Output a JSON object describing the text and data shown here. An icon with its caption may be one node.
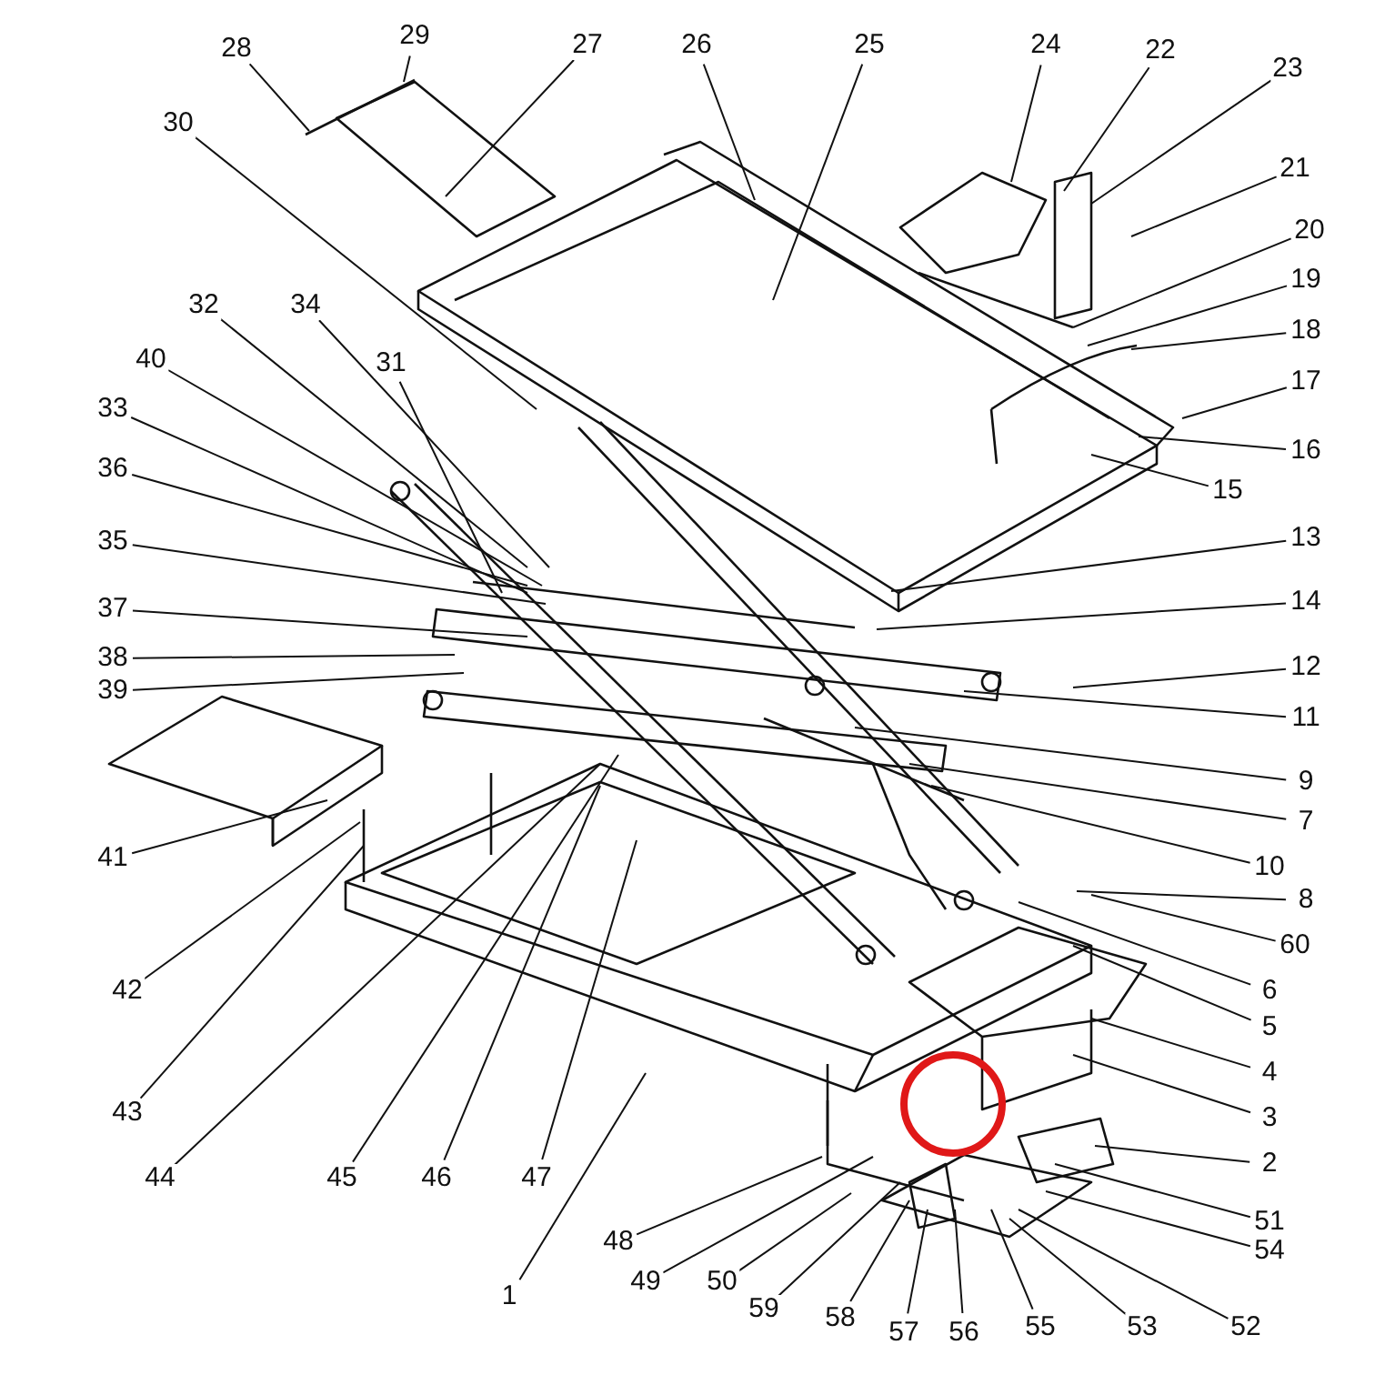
{
  "diagram": {
    "nodes": [
      {
        "text": [
          "28"
        ]
      },
      {
        "text": [
          "29"
        ]
      },
      {
        "text": [
          "27"
        ]
      },
      {
        "text": [
          "26"
        ]
      },
      {
        "text": [
          "25"
        ]
      },
      {
        "text": [
          "24"
        ]
      },
      {
        "text": [
          "22"
        ]
      },
      {
        "text": [
          "23"
        ]
      },
      {
        "text": [
          "30"
        ]
      },
      {
        "text": [
          "21"
        ]
      },
      {
        "text": [
          "20"
        ]
      },
      {
        "text": [
          "19"
        ]
      },
      {
        "text": [
          "18"
        ]
      },
      {
        "text": [
          "32"
        ]
      },
      {
        "text": [
          "34"
        ]
      },
      {
        "text": [
          "40"
        ]
      },
      {
        "text": [
          "31"
        ]
      },
      {
        "text": [
          "17"
        ]
      },
      {
        "text": [
          "33"
        ]
      },
      {
        "text": [
          "16"
        ]
      },
      {
        "text": [
          "36"
        ]
      },
      {
        "text": [
          "15"
        ]
      },
      {
        "text": [
          "35"
        ]
      },
      {
        "text": [
          "13"
        ]
      },
      {
        "text": [
          "37"
        ]
      },
      {
        "text": [
          "14"
        ]
      },
      {
        "text": [
          "38"
        ]
      },
      {
        "text": [
          "12"
        ]
      },
      {
        "text": [
          "39"
        ]
      },
      {
        "text": [
          "11"
        ]
      },
      {
        "text": [
          "9"
        ]
      },
      {
        "text": [
          "7"
        ]
      },
      {
        "text": [
          "41"
        ]
      },
      {
        "text": [
          "10"
        ]
      },
      {
        "text": [
          "8"
        ]
      },
      {
        "text": [
          "60"
        ]
      },
      {
        "text": [
          "42"
        ]
      },
      {
        "text": [
          "6"
        ]
      },
      {
        "text": [
          "5"
        ]
      },
      {
        "text": [
          "4"
        ]
      },
      {
        "text": [
          "43"
        ]
      },
      {
        "text": [
          "3"
        ]
      },
      {
        "text": [
          "2"
        ]
      },
      {
        "text": [
          "44"
        ]
      },
      {
        "text": [
          "45"
        ]
      },
      {
        "text": [
          "46"
        ]
      },
      {
        "text": [
          "47"
        ]
      },
      {
        "text": [
          "51"
        ]
      },
      {
        "text": [
          "48"
        ]
      },
      {
        "text": [
          "54"
        ]
      },
      {
        "text": [
          "49"
        ]
      },
      {
        "text": [
          "50"
        ]
      },
      {
        "text": [
          "1"
        ]
      },
      {
        "text": [
          "59"
        ]
      },
      {
        "text": [
          "58"
        ]
      },
      {
        "text": [
          "52"
        ]
      },
      {
        "text": [
          "53"
        ]
      },
      {
        "text": [
          "55"
        ]
      },
      {
        "text": [
          "56"
        ]
      },
      {
        "text": [
          "57"
        ]
      }
    ],
    "edges": [
      {
        "from": 0,
        "to": null,
        "arrow": "none"
      },
      {
        "from": 1,
        "to": null,
        "arrow": "none"
      },
      {
        "from": 2,
        "to": null,
        "arrow": "none"
      },
      {
        "from": 3,
        "to": null,
        "arrow": "none"
      },
      {
        "from": 4,
        "to": null,
        "arrow": "none"
      },
      {
        "from": 5,
        "to": null,
        "arrow": "none"
      },
      {
        "from": 6,
        "to": null,
        "arrow": "none"
      },
      {
        "from": 7,
        "to": null,
        "arrow": "none"
      },
      {
        "from": 8,
        "to": null,
        "arrow": "none"
      },
      {
        "from": 9,
        "to": null,
        "arrow": "none"
      },
      {
        "from": 10,
        "to": null,
        "arrow": "none"
      },
      {
        "from": 11,
        "to": null,
        "arrow": "none"
      },
      {
        "from": 12,
        "to": null,
        "arrow": "none"
      },
      {
        "from": 13,
        "to": null,
        "arrow": "none"
      },
      {
        "from": 14,
        "to": null,
        "arrow": "none"
      },
      {
        "from": 15,
        "to": null,
        "arrow": "none"
      },
      {
        "from": 16,
        "to": null,
        "arrow": "none"
      },
      {
        "from": 17,
        "to": null,
        "arrow": "none"
      },
      {
        "from": 18,
        "to": null,
        "arrow": "none"
      },
      {
        "from": 19,
        "to": null,
        "arrow": "none"
      },
      {
        "from": 20,
        "to": null,
        "arrow": "none"
      },
      {
        "from": 21,
        "to": null,
        "arrow": "none"
      },
      {
        "from": 22,
        "to": null,
        "arrow": "none"
      },
      {
        "from": 23,
        "to": null,
        "arrow": "none"
      },
      {
        "from": 24,
        "to": null,
        "arrow": "none"
      },
      {
        "from": 25,
        "to": null,
        "arrow": "none"
      },
      {
        "from": 26,
        "to": null,
        "arrow": "none"
      },
      {
        "from": 27,
        "to": null,
        "arrow": "none"
      },
      {
        "from": 28,
        "to": null,
        "arrow": "none"
      },
      {
        "from": 29,
        "to": null,
        "arrow": "none"
      },
      {
        "from": 30,
        "to": null,
        "arrow": "none"
      },
      {
        "from": 31,
        "to": null,
        "arrow": "none"
      },
      {
        "from": 32,
        "to": null,
        "arrow": "none"
      },
      {
        "from": 33,
        "to": null,
        "arrow": "none"
      },
      {
        "from": 34,
        "to": null,
        "arrow": "none"
      },
      {
        "from": 35,
        "to": null,
        "arrow": "none"
      },
      {
        "from": 36,
        "to": null,
        "arrow": "none"
      },
      {
        "from": 37,
        "to": null,
        "arrow": "none"
      },
      {
        "from": 38,
        "to": null,
        "arrow": "none"
      },
      {
        "from": 39,
        "to": null,
        "arrow": "none"
      },
      {
        "from": 40,
        "to": null,
        "arrow": "none"
      },
      {
        "from": 41,
        "to": null,
        "arrow": "none"
      },
      {
        "from": 42,
        "to": null,
        "arrow": "none"
      },
      {
        "from": 43,
        "to": null,
        "arrow": "none"
      },
      {
        "from": 44,
        "to": null,
        "arrow": "none"
      },
      {
        "from": 45,
        "to": null,
        "arrow": "none"
      },
      {
        "from": 46,
        "to": null,
        "arrow": "none"
      },
      {
        "from": 47,
        "to": null,
        "arrow": "none"
      },
      {
        "from": 48,
        "to": null,
        "arrow": "none"
      },
      {
        "from": 49,
        "to": null,
        "arrow": "none"
      },
      {
        "from": 50,
        "to": null,
        "arrow": "none"
      },
      {
        "from": 51,
        "to": null,
        "arrow": "none"
      },
      {
        "from": 52,
        "to": null,
        "arrow": "none"
      },
      {
        "from": 53,
        "to": null,
        "arrow": "none"
      },
      {
        "from": 54,
        "to": null,
        "arrow": "none"
      },
      {
        "from": 55,
        "to": null,
        "arrow": "none"
      },
      {
        "from": 56,
        "to": null,
        "arrow": "none"
      },
      {
        "from": 57,
        "to": null,
        "arrow": "none"
      },
      {
        "from": 58,
        "to": null,
        "arrow": "none"
      },
      {
        "from": 59,
        "to": null,
        "arrow": "none"
      }
    ]
  }
}
